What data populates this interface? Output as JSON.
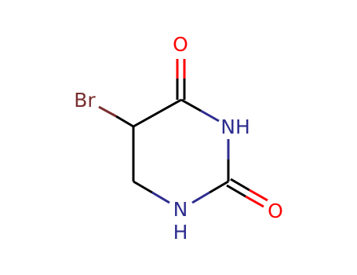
{
  "atoms": {
    "oxygen_top": "O",
    "oxygen_right": "O",
    "bromine": "Br",
    "nh_right": "NH",
    "n_bottom": "N",
    "h_bottom": "H"
  },
  "colors": {
    "carbon_bond": "#000000",
    "nitrogen": "#2d2d8f",
    "oxygen": "#ff0000",
    "bromine": "#7a2f2f"
  }
}
